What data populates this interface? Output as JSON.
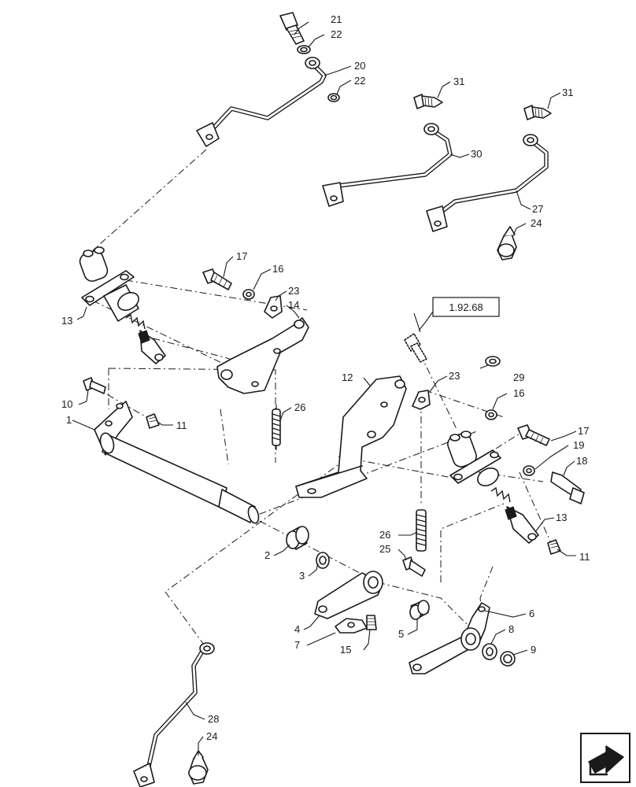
{
  "callouts": {
    "c1": "1",
    "c2": "2",
    "c3": "3",
    "c4": "4",
    "c5": "5",
    "c6": "6",
    "c7": "7",
    "c8": "8",
    "c9": "9",
    "c10": "10",
    "c11a": "11",
    "c11b": "11",
    "c12": "12",
    "c13a": "13",
    "c13b": "13",
    "c14": "14",
    "c15": "15",
    "c16a": "16",
    "c16b": "16",
    "c17a": "17",
    "c17b": "17",
    "c18": "18",
    "c19": "19",
    "c20": "20",
    "c21": "21",
    "c22a": "22",
    "c22b": "22",
    "c23a": "23",
    "c23b": "23",
    "c24a": "24",
    "c24b": "24",
    "c25": "25",
    "c26a": "26",
    "c26b": "26",
    "c27": "27",
    "c28": "28",
    "c29": "29",
    "c30": "30",
    "c31a": "31",
    "c31b": "31"
  },
  "reference_box": {
    "label": "1.92.68"
  },
  "navigation": {
    "icon": "next-page-arrow-icon"
  },
  "colors": {
    "ink": "#1a1a1a",
    "paper": "#ffffff"
  }
}
